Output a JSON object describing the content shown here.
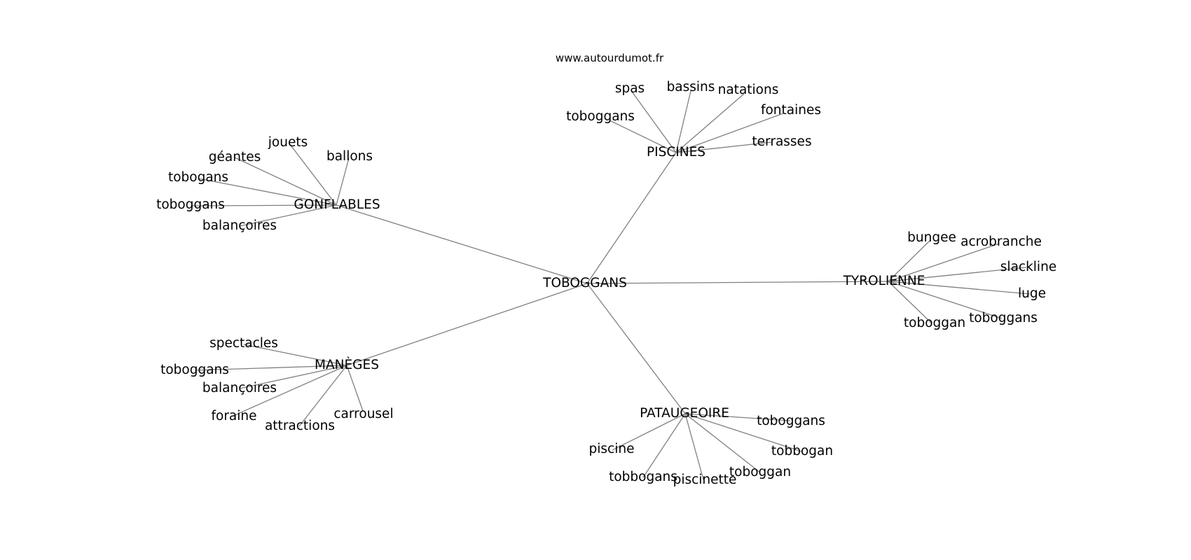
{
  "site_label": "www.autourdumot.fr",
  "root": {
    "label": "TOBOGGANS"
  },
  "clusters": [
    {
      "label": "PISCINES",
      "leaves": [
        {
          "label": "spas"
        },
        {
          "label": "bassins"
        },
        {
          "label": "natations"
        },
        {
          "label": "toboggans"
        },
        {
          "label": "fontaines"
        },
        {
          "label": "terrasses"
        }
      ]
    },
    {
      "label": "GONFLABLES",
      "leaves": [
        {
          "label": "jouets"
        },
        {
          "label": "géantes"
        },
        {
          "label": "ballons"
        },
        {
          "label": "tobogans"
        },
        {
          "label": "toboggans"
        },
        {
          "label": "balançoires"
        }
      ]
    },
    {
      "label": "TYROLIENNE",
      "leaves": [
        {
          "label": "bungee"
        },
        {
          "label": "acrobranche"
        },
        {
          "label": "slackline"
        },
        {
          "label": "luge"
        },
        {
          "label": "toboggans"
        },
        {
          "label": "toboggan"
        }
      ]
    },
    {
      "label": "MANÈGES",
      "leaves": [
        {
          "label": "spectacles"
        },
        {
          "label": "toboggans"
        },
        {
          "label": "balançoires"
        },
        {
          "label": "foraine"
        },
        {
          "label": "attractions"
        },
        {
          "label": "carrousel"
        }
      ]
    },
    {
      "label": "PATAUGEOIRE",
      "leaves": [
        {
          "label": "toboggans"
        },
        {
          "label": "piscine"
        },
        {
          "label": "tobbogan"
        },
        {
          "label": "tobbogans"
        },
        {
          "label": "piscinette"
        },
        {
          "label": "toboggan"
        }
      ]
    }
  ]
}
